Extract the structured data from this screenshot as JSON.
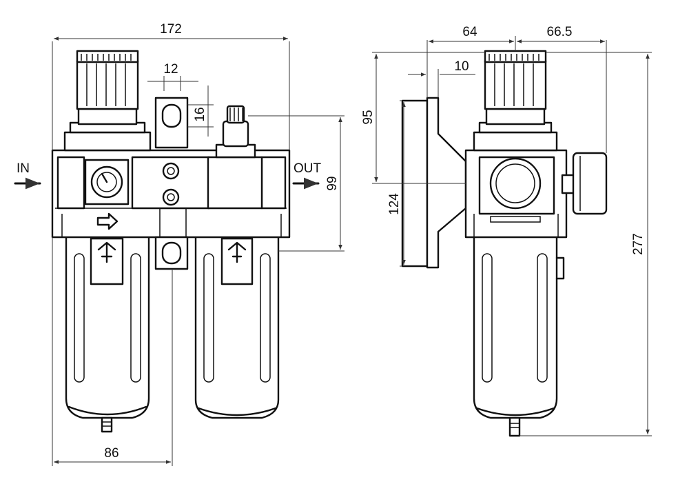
{
  "labels": {
    "inlet": "IN",
    "outlet": "OUT"
  },
  "dimensions": {
    "overall_width": "172",
    "bracket_width": "12",
    "bracket_slot": "16",
    "port_height": "99",
    "bowl_spacing": "86",
    "side_depth_left": "64",
    "side_depth_right": "66.5",
    "bracket_offset": "10",
    "bracket_height": "95",
    "mount_height": "124",
    "overall_height": "277"
  }
}
